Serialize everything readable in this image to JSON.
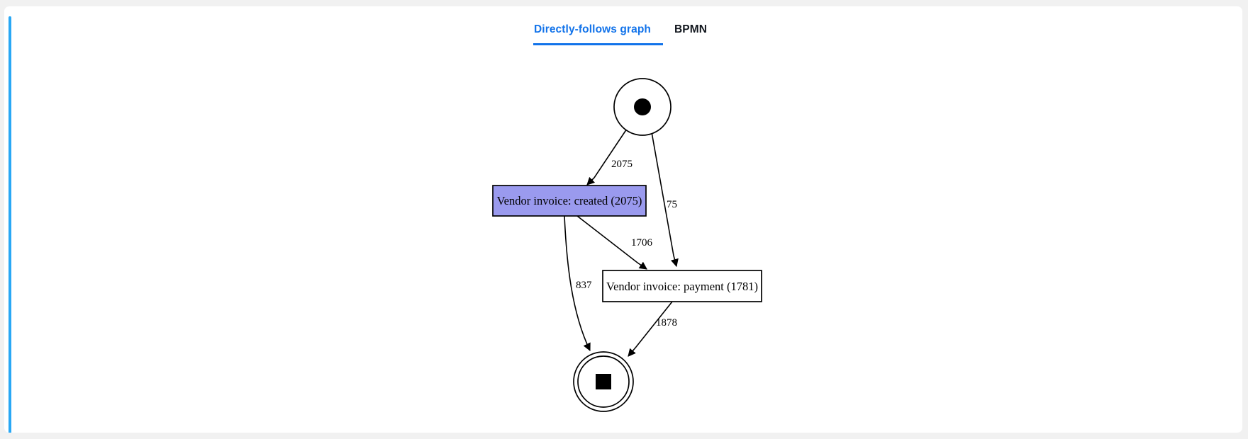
{
  "app": {
    "background_color": "#f1f1f1",
    "card_background": "#ffffff",
    "accent_color": "#29a8f5"
  },
  "tabs": [
    {
      "id": "directly-follows-graph",
      "label": "Directly-follows graph",
      "active": true,
      "color": "#1273ea"
    },
    {
      "id": "bpmn",
      "label": "BPMN",
      "active": false,
      "color": "#11161d"
    }
  ],
  "graph": {
    "type": "directly-follows-graph",
    "nodes": [
      {
        "id": "start",
        "kind": "start-event",
        "label": "",
        "shape": "circle-with-dot",
        "fill": "#ffffff",
        "stroke": "#000000"
      },
      {
        "id": "vendor-invoice-created",
        "kind": "activity",
        "label": "Vendor invoice: created (2075)",
        "activity_name": "Vendor invoice: created",
        "frequency": 2075,
        "shape": "rectangle",
        "fill": "#9a9aee",
        "stroke": "#000000"
      },
      {
        "id": "vendor-invoice-payment",
        "kind": "activity",
        "label": "Vendor invoice: payment (1781)",
        "activity_name": "Vendor invoice: payment",
        "frequency": 1781,
        "shape": "rectangle",
        "fill": "#ffffff",
        "stroke": "#000000"
      },
      {
        "id": "end",
        "kind": "end-event",
        "label": "",
        "shape": "double-circle-with-square",
        "fill": "#ffffff",
        "stroke": "#000000"
      }
    ],
    "edges": [
      {
        "id": "start-to-created",
        "source": "start",
        "target": "vendor-invoice-created",
        "label": "2075",
        "value": 2075
      },
      {
        "id": "start-to-payment",
        "source": "start",
        "target": "vendor-invoice-payment",
        "label": "75",
        "value": 75
      },
      {
        "id": "created-to-payment",
        "source": "vendor-invoice-created",
        "target": "vendor-invoice-payment",
        "label": "1706",
        "value": 1706
      },
      {
        "id": "created-to-end",
        "source": "vendor-invoice-created",
        "target": "end",
        "label": "837",
        "value": 837
      },
      {
        "id": "payment-to-end",
        "source": "vendor-invoice-payment",
        "target": "end",
        "label": "1878",
        "value": 1878
      }
    ]
  }
}
